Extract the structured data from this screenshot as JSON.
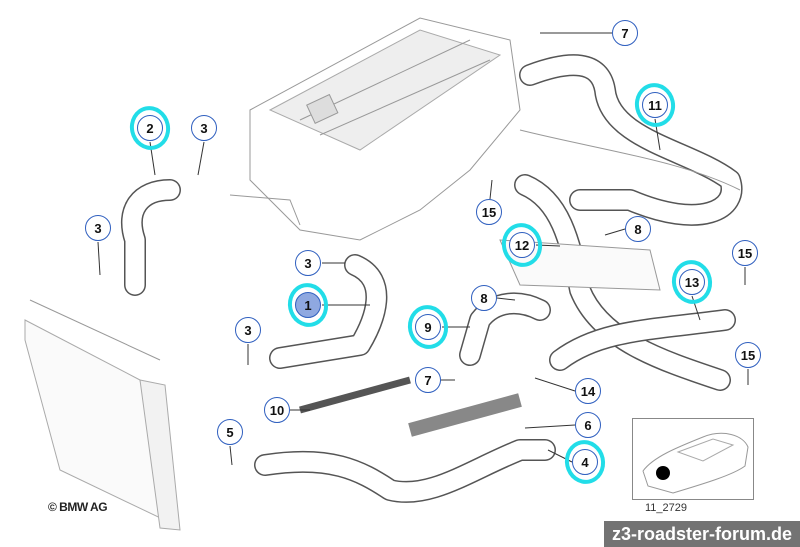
{
  "diagram": {
    "callouts": [
      {
        "num": "7",
        "highlight": false,
        "filled": false
      },
      {
        "num": "2",
        "highlight": true,
        "filled": false
      },
      {
        "num": "3",
        "highlight": false,
        "filled": false
      },
      {
        "num": "11",
        "highlight": true,
        "filled": false
      },
      {
        "num": "3",
        "highlight": false,
        "filled": false
      },
      {
        "num": "15",
        "highlight": false,
        "filled": false
      },
      {
        "num": "12",
        "highlight": true,
        "filled": false
      },
      {
        "num": "8",
        "highlight": false,
        "filled": false
      },
      {
        "num": "15",
        "highlight": false,
        "filled": false
      },
      {
        "num": "3",
        "highlight": false,
        "filled": false
      },
      {
        "num": "13",
        "highlight": true,
        "filled": false
      },
      {
        "num": "1",
        "highlight": true,
        "filled": true
      },
      {
        "num": "8",
        "highlight": false,
        "filled": false
      },
      {
        "num": "9",
        "highlight": true,
        "filled": false
      },
      {
        "num": "3",
        "highlight": false,
        "filled": false
      },
      {
        "num": "15",
        "highlight": false,
        "filled": false
      },
      {
        "num": "7",
        "highlight": false,
        "filled": false
      },
      {
        "num": "14",
        "highlight": false,
        "filled": false
      },
      {
        "num": "10",
        "highlight": false,
        "filled": false
      },
      {
        "num": "6",
        "highlight": false,
        "filled": false
      },
      {
        "num": "5",
        "highlight": false,
        "filled": false
      },
      {
        "num": "4",
        "highlight": true,
        "filled": false
      }
    ],
    "copyright": "© BMW AG",
    "inset_label": "11_2729",
    "watermark": "z3-roadster-forum.de",
    "colors": {
      "highlight": "#22dde8",
      "callout_border": "#2f5fbf",
      "callout_fill": "#8fa8e0"
    }
  }
}
